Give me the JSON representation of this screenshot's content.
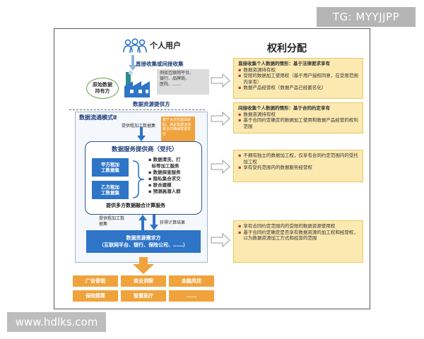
{
  "watermark_top": "TG: MYYJJPP",
  "watermark_bottom": "www.hdlks.com",
  "diagram": {
    "user_title": "个人用户",
    "rights_title": "权利分配",
    "collect_label": "直接收集或间接收集",
    "raw_data_label": "原始数据\n持有方",
    "holders_text": "例如互联网平台、\n银行、品牌商、\n医院、……",
    "provider_label": "数据资源提供方",
    "mode_title": "数据流通模式Ⅱ",
    "provide_raw_label": "提供粗加工数据集",
    "orange_note": "基于合法性基础获取，满足数据流通要求并确保数据安全",
    "service_title": "数据服务提供商（受托）",
    "party_a": "甲方粗加\n工数据集",
    "party_b": "乙方粗加\n工数据集",
    "service_list": [
      "数据清洗、打",
      "标等加工服务",
      "数据探查服务",
      "隐私集合求交",
      "联合建模",
      "预测高潜人群"
    ],
    "multi_service": "提供多方数据融合计算服务",
    "provide_data_label": "提供粗加工数\n据集",
    "get_result_label": "获得计算结果",
    "demand_box": "数据资源需求方\n（互联网平台、银行、保险公司、……）",
    "right_boxes": [
      {
        "header": "直接收集个人数据的情形：基于法律要求享有",
        "bullets": [
          "数据资源持有权",
          "受限的数据加工使用权（基于用户授权同意，在受限范围内享有）",
          "数据产品经营权（数据产品已经匿名化）"
        ]
      },
      {
        "header": "间接收集个人数据的情形：基于合同约定享有",
        "bullets": [
          "数据资源持有权",
          "基于合同约定确定的数据加工使用和数据产品经营的权利范围"
        ]
      },
      {
        "header": "",
        "bullets": [
          "不拥有独立的数据加工权，仅享有合同约定范围内的受托加工权",
          "享有受托范围内的数据服务经营权"
        ]
      },
      {
        "header": "",
        "bullets": [
          "享有合同约定范围内的受限的数据资源使用权",
          "基于合同约定确定是否享有数据资源的加工权和经营权，以为数据资源加工方式和经营的范围"
        ]
      }
    ],
    "applications": [
      "广告营销",
      "商业洞察",
      "金融风控",
      "保险精算",
      "智慧医疗",
      "……"
    ]
  },
  "colors": {
    "blue": "#2e74c7",
    "orange": "#f0a33c",
    "yellow_fill": "#fbe9b0",
    "green_oval": "#6aa04a"
  },
  "icons": [
    "users-icon",
    "factory-icon",
    "arrow-down-icon",
    "arrow-right-icon",
    "arrow-up-icon"
  ]
}
